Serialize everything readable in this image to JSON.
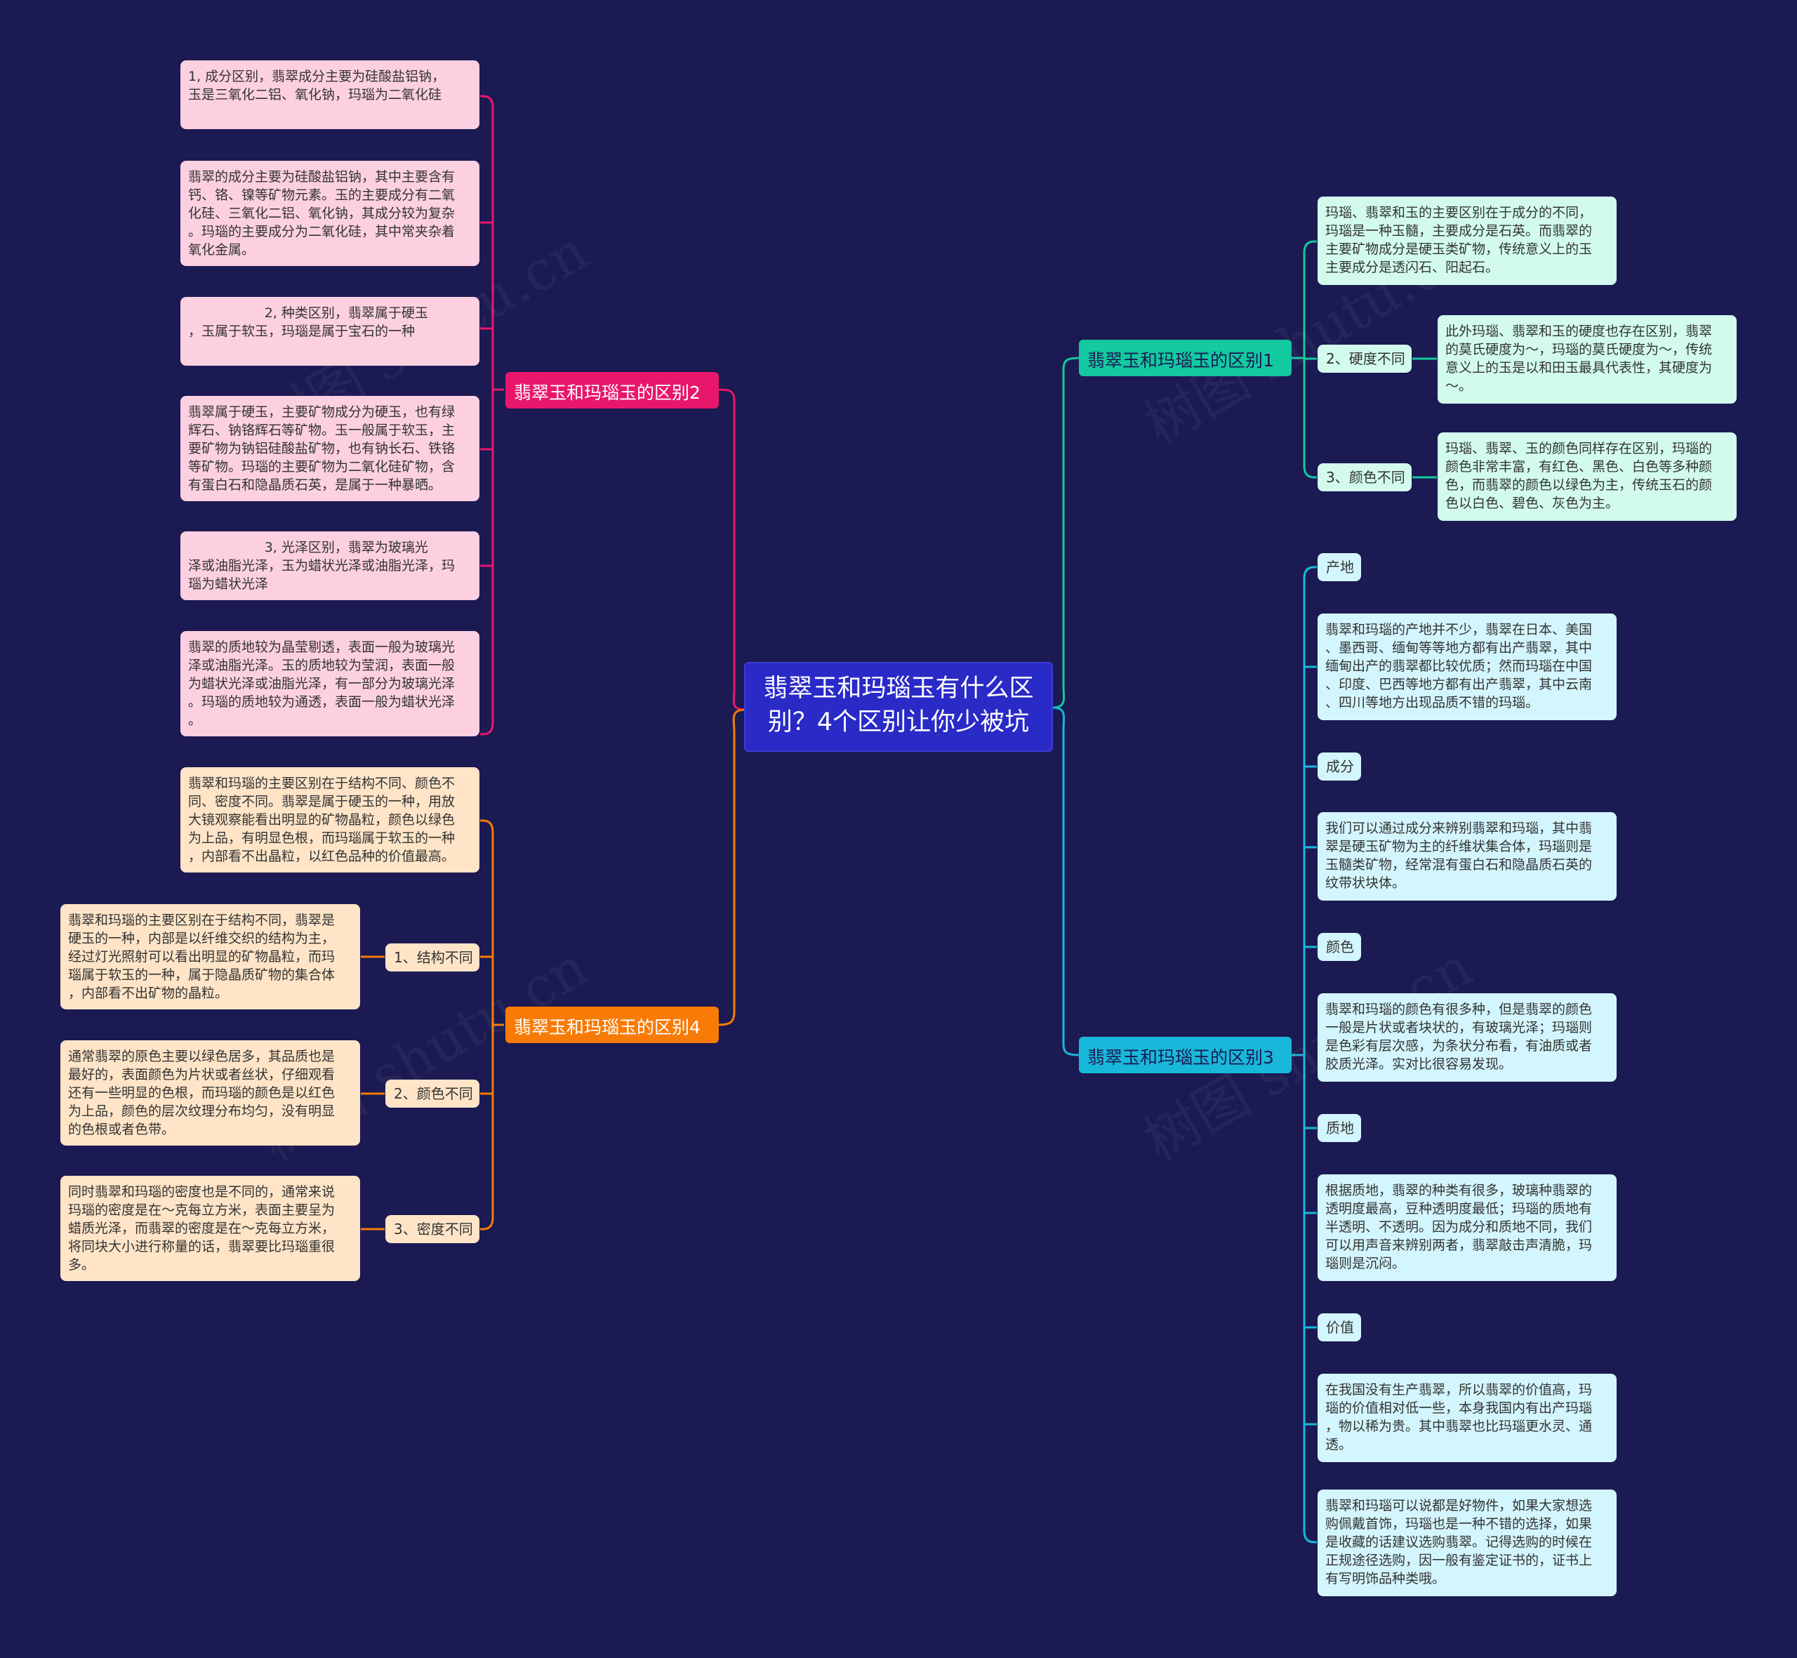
{
  "root": {
    "title": "翡翠玉和玛瑙玉有什么区\n别？4个区别让你少被坑"
  },
  "branch2": {
    "title": "翡翠玉和玛瑙玉的区别2",
    "color": "#e8176c",
    "items": [
      "1, 成分区别，翡翠成分主要为硅酸盐铝钠，\n玉是三氧化二铝、氧化钠，玛瑙为二氧化硅",
      "翡翠的成分主要为硅酸盐铝钠，其中主要含有\n钙、铬、镍等矿物元素。玉的主要成分有二氧\n化硅、三氧化二铝、氧化钠，其成分较为复杂\n。玛瑙的主要成分为二氧化硅，其中常夹杂着\n氧化金属。",
      "                  2, 种类区别，翡翠属于硬玉\n，玉属于软玉，玛瑙是属于宝石的一种",
      "翡翠属于硬玉，主要矿物成分为硬玉，也有绿\n辉石、钠铬辉石等矿物。玉一般属于软玉，主\n要矿物为钠铝硅酸盐矿物，也有钠长石、铁铬\n等矿物。玛瑙的主要矿物为二氧化硅矿物，含\n有蛋白石和隐晶质石英，是属于一种暴晒。",
      "                  3, 光泽区别，翡翠为玻璃光\n泽或油脂光泽，玉为蜡状光泽或油脂光泽，玛\n瑙为蜡状光泽",
      "翡翠的质地较为晶莹剔透，表面一般为玻璃光\n泽或油脂光泽。玉的质地较为莹润，表面一般\n为蜡状光泽或油脂光泽，有一部分为玻璃光泽\n。玛瑙的质地较为通透，表面一般为蜡状光泽\n。"
    ]
  },
  "branch4": {
    "title": "翡翠玉和玛瑙玉的区别4",
    "color": "#f77b06",
    "intro": "翡翠和玛瑙的主要区别在于结构不同、颜色不\n同、密度不同。翡翠是属于硬玉的一种，用放\n大镜观察能看出明显的矿物晶粒，颜色以绿色\n为上品，有明显色根，而玛瑙属于软玉的一种\n，内部看不出晶粒，以红色品种的价值最高。",
    "subs": [
      {
        "label": "1、结构不同",
        "text": "翡翠和玛瑙的主要区别在于结构不同，翡翠是\n硬玉的一种，内部是以纤维交织的结构为主，\n经过灯光照射可以看出明显的矿物晶粒，而玛\n瑙属于软玉的一种，属于隐晶质矿物的集合体\n，内部看不出矿物的晶粒。"
      },
      {
        "label": "2、颜色不同",
        "text": "通常翡翠的原色主要以绿色居多，其品质也是\n最好的，表面颜色为片状或者丝状，仔细观看\n还有一些明显的色根，而玛瑙的颜色是以红色\n为上品，颜色的层次纹理分布均匀，没有明显\n的色根或者色带。"
      },
      {
        "label": "3、密度不同",
        "text": "同时翡翠和玛瑙的密度也是不同的，通常来说\n玛瑙的密度是在～克每立方米，表面主要呈为\n蜡质光泽，而翡翠的密度是在～克每立方米，\n将同块大小进行称量的话，翡翠要比玛瑙重很\n多。"
      }
    ]
  },
  "branch1": {
    "title": "翡翠玉和玛瑙玉的区别1",
    "color": "#12c9a0",
    "intro": "玛瑙、翡翠和玉的主要区别在于成分的不同，\n玛瑙是一种玉髓，主要成分是石英。而翡翠的\n主要矿物成分是硬玉类矿物，传统意义上的玉\n主要成分是透闪石、阳起石。",
    "subs": [
      {
        "label": "2、硬度不同",
        "text": "此外玛瑙、翡翠和玉的硬度也存在区别，翡翠\n的莫氏硬度为～，玛瑙的莫氏硬度为～，传统\n意义上的玉是以和田玉最具代表性，其硬度为\n～。"
      },
      {
        "label": "3、颜色不同",
        "text": "玛瑙、翡翠、玉的颜色同样存在区别，玛瑙的\n颜色非常丰富，有红色、黑色、白色等多种颜\n色，而翡翠的颜色以绿色为主，传统玉石的颜\n色以白色、碧色、灰色为主。"
      }
    ]
  },
  "branch3": {
    "title": "翡翠玉和玛瑙玉的区别3",
    "color": "#18b8db",
    "items": [
      {
        "kind": "tag",
        "text": "产地"
      },
      {
        "kind": "text",
        "text": "翡翠和玛瑙的产地并不少，翡翠在日本、美国\n、墨西哥、缅甸等等地方都有出产翡翠，其中\n缅甸出产的翡翠都比较优质；然而玛瑙在中国\n、印度、巴西等地方都有出产翡翠，其中云南\n、四川等地方出现品质不错的玛瑙。"
      },
      {
        "kind": "tag",
        "text": "成分"
      },
      {
        "kind": "text",
        "text": "我们可以通过成分来辨别翡翠和玛瑙，其中翡\n翠是硬玉矿物为主的纤维状集合体，玛瑙则是\n玉髓类矿物，经常混有蛋白石和隐晶质石英的\n纹带状块体。"
      },
      {
        "kind": "tag",
        "text": "颜色"
      },
      {
        "kind": "text",
        "text": "翡翠和玛瑙的颜色有很多种，但是翡翠的颜色\n一般是片状或者块状的，有玻璃光泽；玛瑙则\n是色彩有层次感，为条状分布看，有油质或者\n胶质光泽。实对比很容易发现。"
      },
      {
        "kind": "tag",
        "text": "质地"
      },
      {
        "kind": "text",
        "text": "根据质地，翡翠的种类有很多，玻璃种翡翠的\n透明度最高，豆种透明度最低；玛瑙的质地有\n半透明、不透明。因为成分和质地不同，我们\n可以用声音来辨别两者，翡翠敲击声清脆，玛\n瑙则是沉闷。"
      },
      {
        "kind": "tag",
        "text": "价值"
      },
      {
        "kind": "text",
        "text": "在我国没有生产翡翠，所以翡翠的价值高，玛\n瑙的价值相对低一些，本身我国内有出产玛瑙\n，物以稀为贵。其中翡翠也比玛瑙更水灵、通\n透。"
      },
      {
        "kind": "text",
        "text": "翡翠和玛瑙可以说都是好物件，如果大家想选\n购佩戴首饰，玛瑙也是一种不错的选择，如果\n是收藏的话建议选购翡翠。记得选购的时候在\n正规途径选购，因一般有鉴定证书的，证书上\n有写明饰品种类哦。"
      }
    ]
  },
  "watermark": "树图 shutu.cn"
}
